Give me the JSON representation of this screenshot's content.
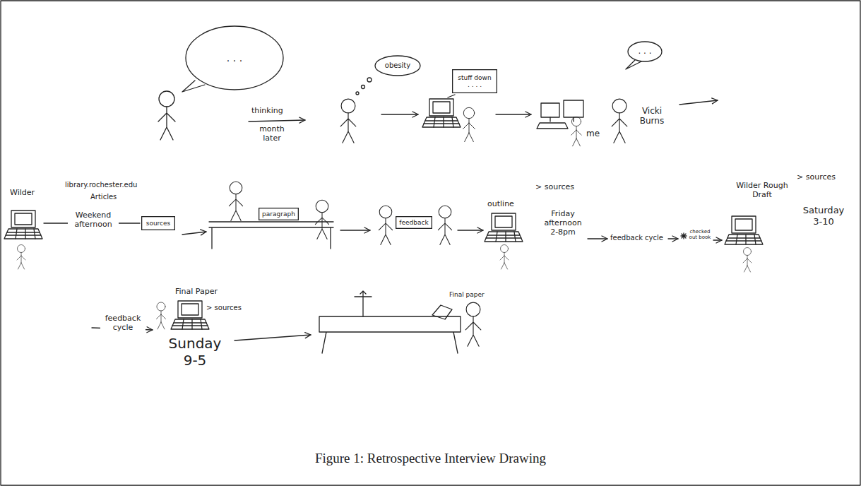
{
  "diagram": {
    "caption": "Figure 1: Retrospective Interview Drawing",
    "nodes": [
      {
        "text": [
          ". . ."
        ]
      },
      {
        "text": [
          "obesity"
        ]
      },
      {
        "text": [
          "stuff down",
          ". . . ."
        ]
      },
      {
        "text": [
          ". . ."
        ]
      },
      {
        "text": [
          "sources"
        ]
      },
      {
        "text": [
          "paragraph"
        ]
      },
      {
        "text": [
          "feedback"
        ]
      }
    ],
    "labels": [
      "thinking",
      "month later",
      "me",
      "Vicki Burns",
      "Wilder",
      "library.rochester.edu",
      "Articles",
      "Weekend afternoon",
      "outline",
      "> sources",
      "Friday afternoon 2-8pm",
      "feedback cycle",
      "checked out book",
      "Wilder Rough Draft",
      "> sources",
      "Saturday 3-10",
      "feedback cycle",
      "Final Paper",
      "> sources",
      "Sunday 9-5",
      "Final paper"
    ]
  }
}
